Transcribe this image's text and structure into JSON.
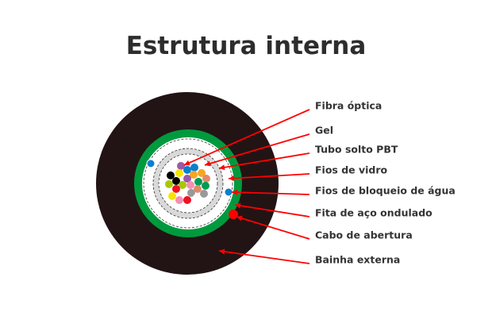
{
  "title": "Estrutura interna",
  "labels": [
    "Fibra óptica",
    "Gel",
    "Tubo solto PBT",
    "Fios de vidro",
    "Fios de bloqueio de água",
    "Fita de aço ondulado",
    "Cabo de abertura",
    "Bainha externa"
  ],
  "colors": {
    "sheath": "#221414",
    "armor": "#009a3e",
    "tube": "#d9d9d9",
    "arrow": "#ff0000",
    "blue": "#0a7fd0"
  },
  "fiber_colors": [
    "#9b59a6",
    "#0a7fd0",
    "#0a7fd0",
    "#f7e300",
    "#f5a623",
    "#f5a623",
    "#000000",
    "#9b59a6",
    "#e08a6a",
    "#000000",
    "#009a50",
    "#a8c800",
    "#a8c800",
    "#f48fb1",
    "#009a50",
    "#ee1122",
    "#e08a6a",
    "#999999",
    "#999999",
    "#f7e300",
    "#ffffff",
    "#f48fb1",
    "#ee1122"
  ]
}
